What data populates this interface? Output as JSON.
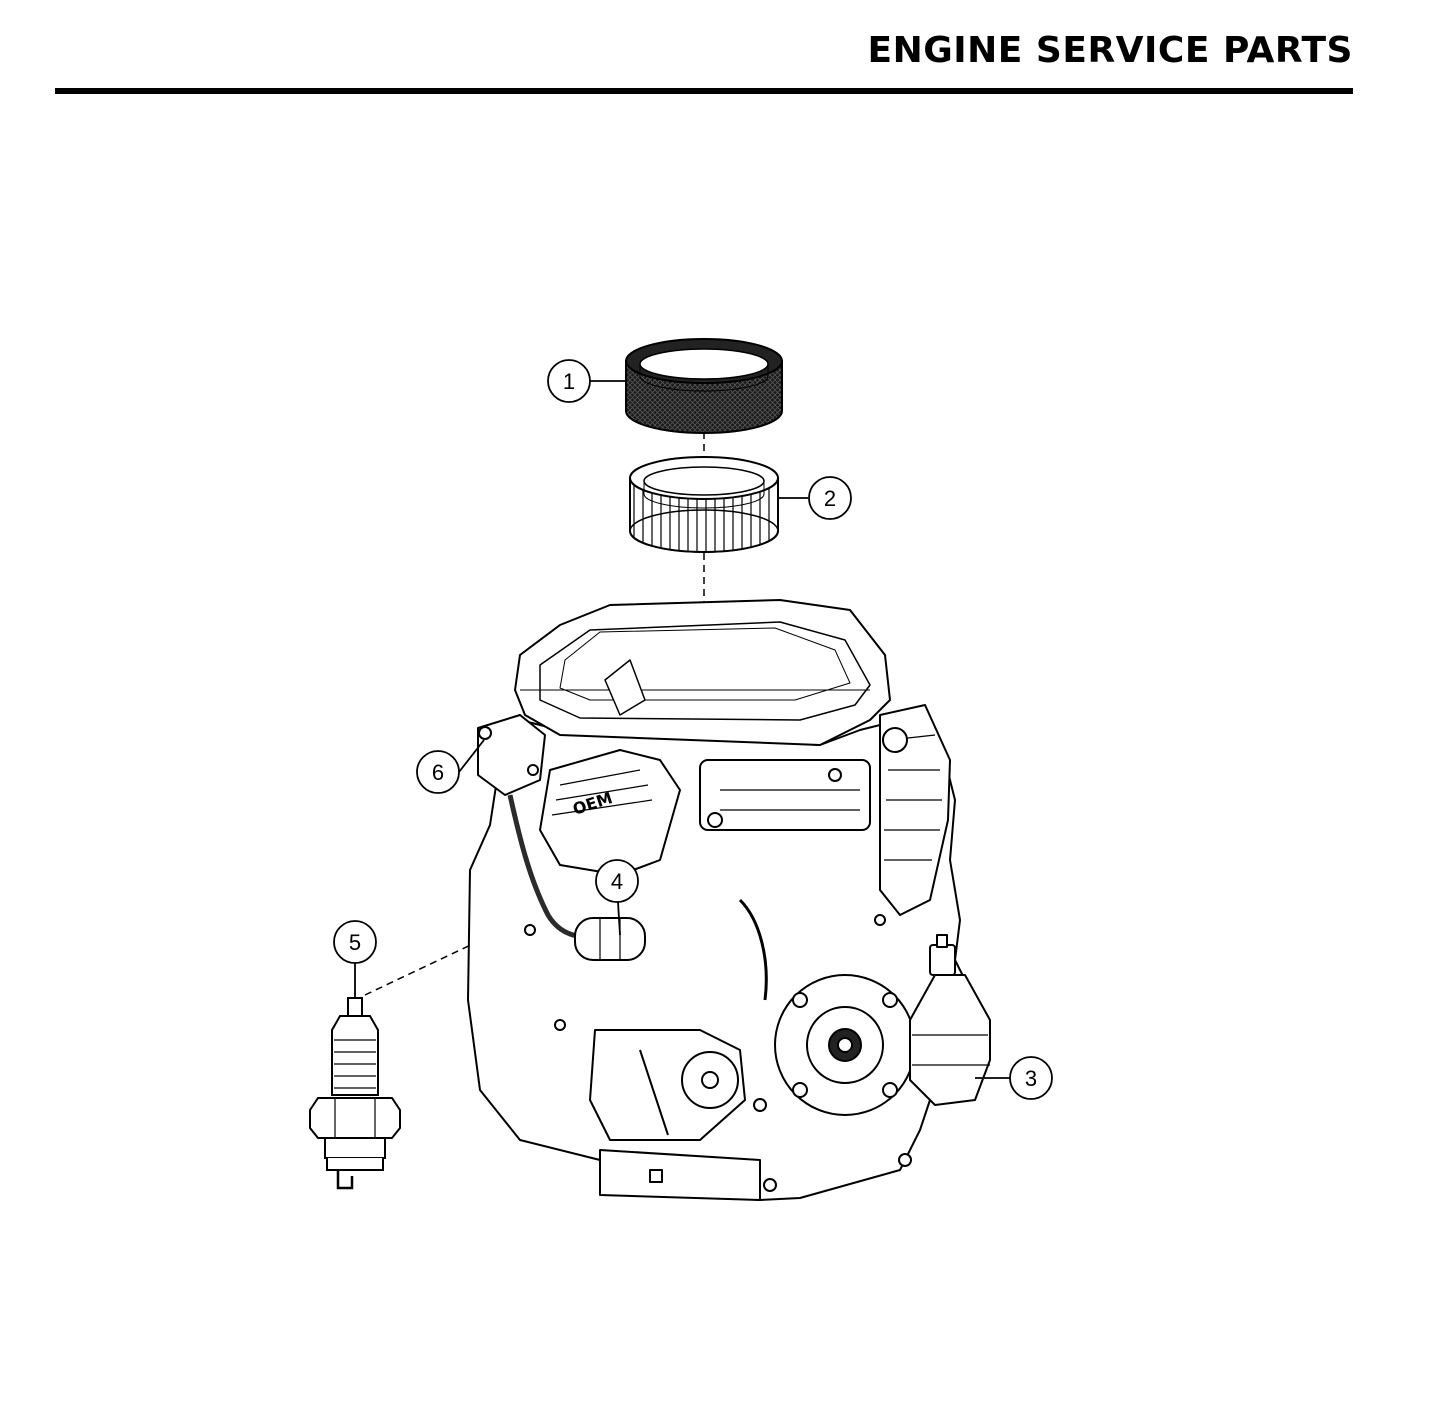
{
  "header": {
    "title": "ENGINE SERVICE PARTS"
  },
  "callouts": [
    {
      "number": "1",
      "part": "air-filter-pre-cleaner"
    },
    {
      "number": "2",
      "part": "air-filter-cartridge"
    },
    {
      "number": "3",
      "part": "oil-filter"
    },
    {
      "number": "4",
      "part": "fuel-filter"
    },
    {
      "number": "5",
      "part": "spark-plug"
    },
    {
      "number": "6",
      "part": "fuel-pump"
    }
  ],
  "colors": {
    "ink": "#000000",
    "paper": "#ffffff",
    "shade": "#2b2b2b"
  }
}
